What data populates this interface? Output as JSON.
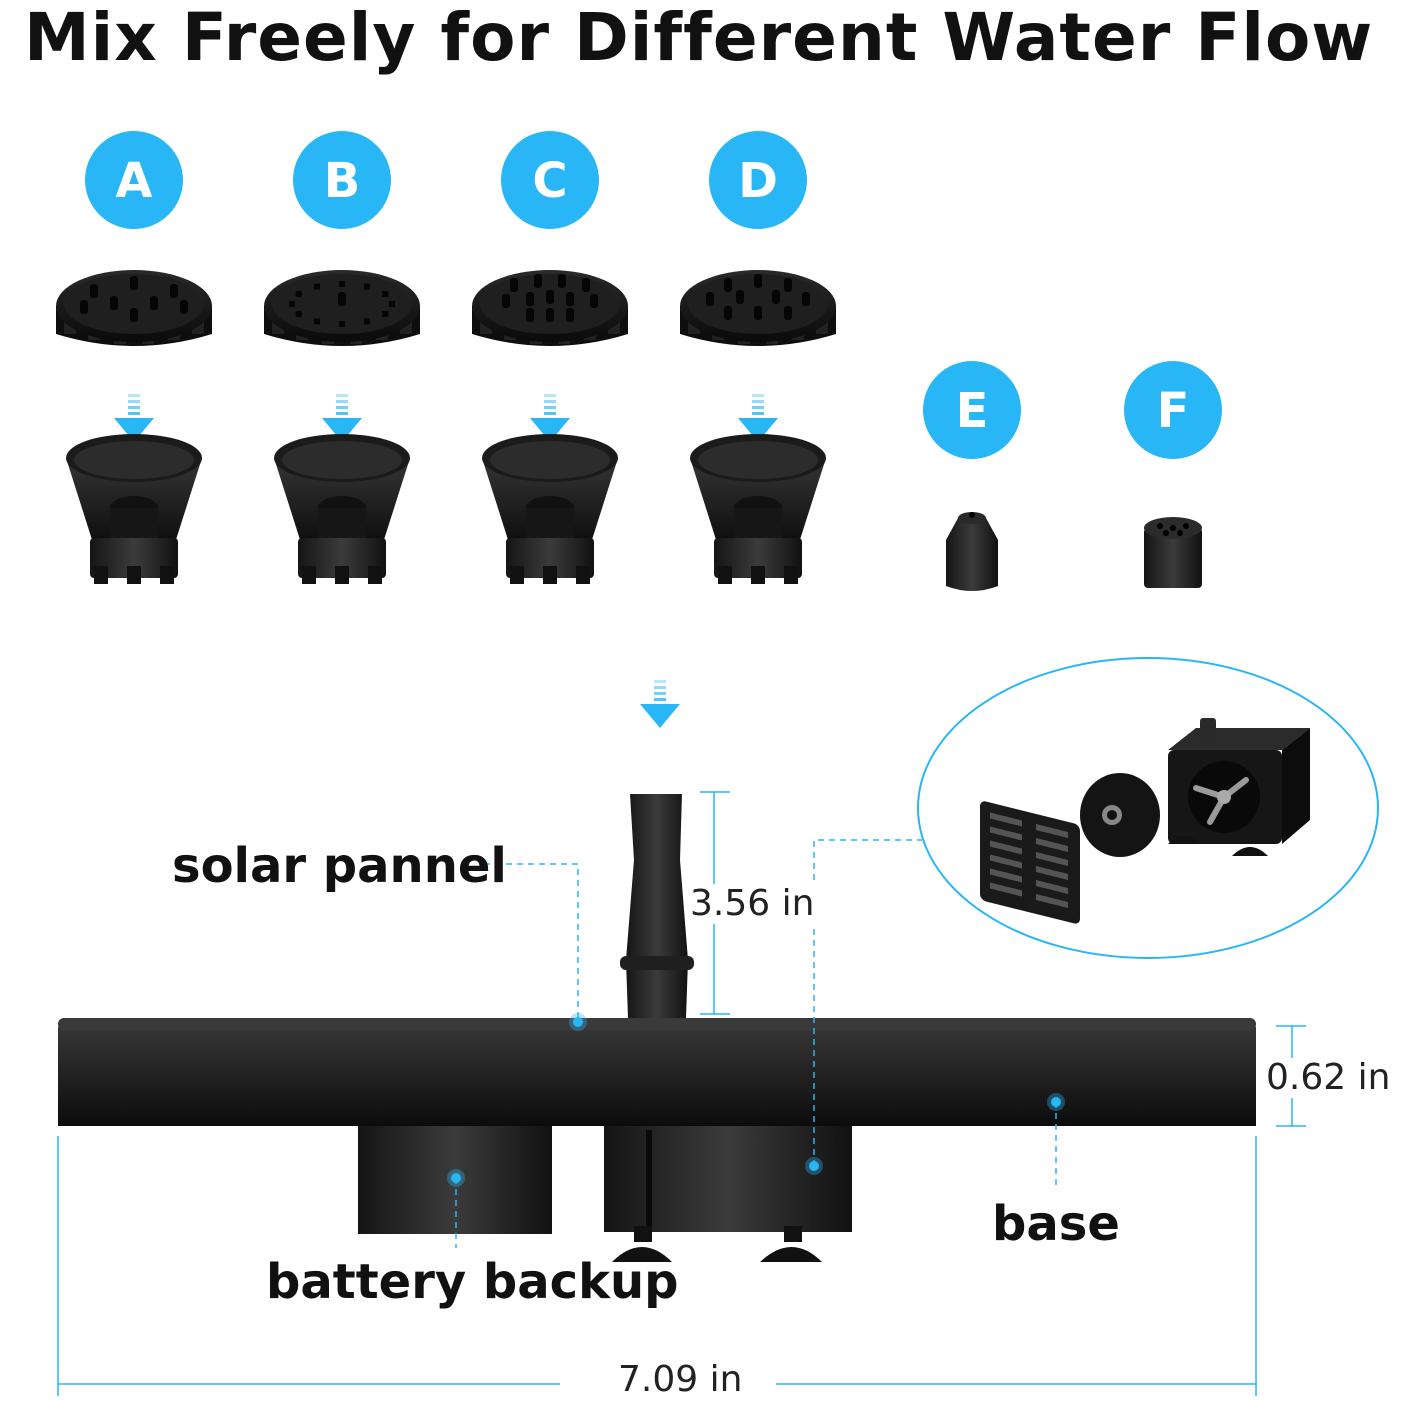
{
  "title": "Mix Freely for Different Water Flow",
  "accent_color": "#29b6f6",
  "nozzles": [
    {
      "letter": "A",
      "icon": "spray-head-icon"
    },
    {
      "letter": "B",
      "icon": "spray-head-icon"
    },
    {
      "letter": "C",
      "icon": "spray-head-icon"
    },
    {
      "letter": "D",
      "icon": "spray-head-icon"
    },
    {
      "letter": "E",
      "icon": "single-jet-nozzle-icon"
    },
    {
      "letter": "F",
      "icon": "multi-hole-nozzle-icon"
    }
  ],
  "labels": {
    "solar_panel": "solar pannel",
    "battery": "battery backup",
    "base": "base"
  },
  "dimensions": {
    "height": "3.56 in",
    "thickness": "0.62 in",
    "width": "7.09 in"
  }
}
